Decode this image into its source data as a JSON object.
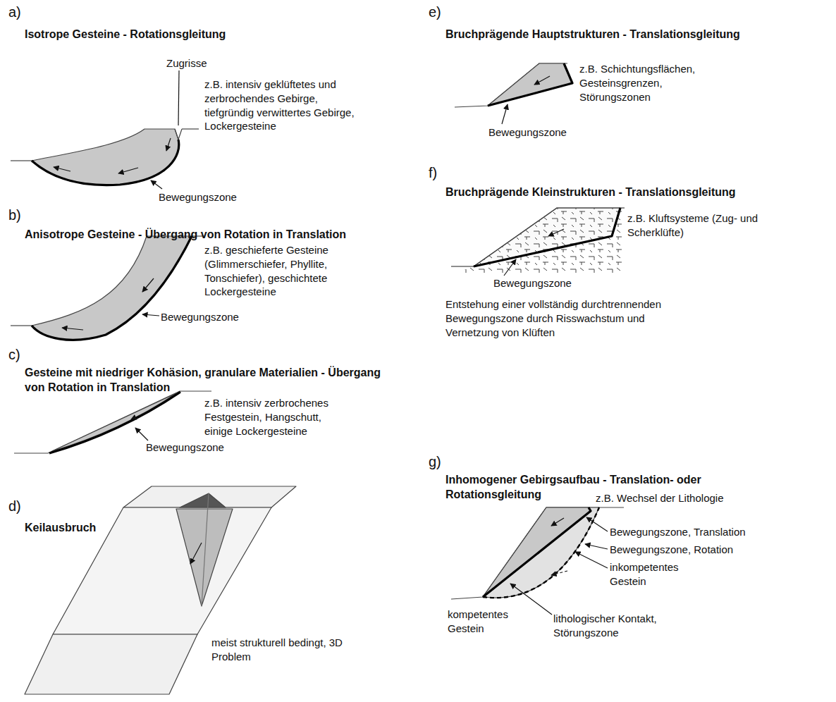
{
  "diagram": {
    "labels": [
      "a)",
      "Isotrope Gesteine - Rotationsgleitung",
      "Zugrisse",
      "z.B. intensiv geklüftetes und zerbrochendes Gebirge, tiefgründig verwittertes Gebirge, Lockergesteine",
      "Bewegungszone",
      "b)",
      "Anisotrope Gesteine - Übergang von Rotation in Translation",
      "z.B. geschieferte Gesteine (Glimmerschiefer, Phyllite, Tonschiefer), geschichtete Lockergesteine",
      "Bewegungszone",
      "c)",
      "Gesteine mit niedriger Kohäsion, granulare Materialien - Übergang von Rotation in Translation",
      "z.B. intensiv zerbrochenes Festgestein, Hangschutt, einige Lockergesteine",
      "Bewegungszone",
      "d)",
      "Keilausbruch",
      "meist strukturell bedingt, 3D Problem",
      "e)",
      "Bruchprägende Hauptstrukturen - Translationsgleitung",
      "z.B. Schichtungsflächen, Gesteinsgrenzen, Störungszonen",
      "Bewegungszone",
      "f)",
      "Bruchprägende Kleinstrukturen - Translationsgleitung",
      "z.B. Kluftsysteme (Zug- und Scherklüfte)",
      "Bewegungszone",
      "Entstehung einer vollständig durchtrennenden Bewegungszone durch Risswachstum und Vernetzung von Klüften",
      "g)",
      "Inhomogener Gebirgsaufbau - Translation- oder Rotationsgleitung",
      "z.B. Wechsel der Lithologie",
      "Bewegungszone, Translation",
      "Bewegungszone, Rotation",
      "inkompetentes Gestein",
      "kompetentes Gestein",
      "lithologischer Kontakt, Störungszone"
    ]
  }
}
